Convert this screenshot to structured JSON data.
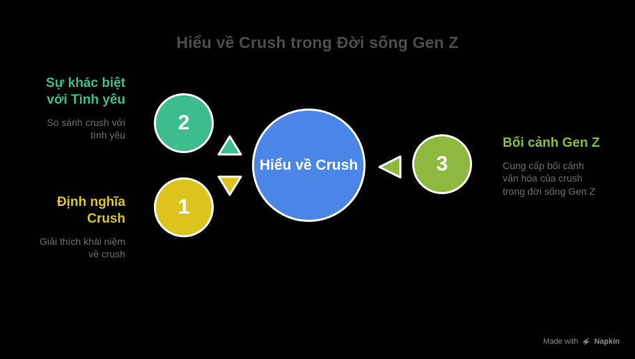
{
  "title": "Hiểu về Crush trong Đời sống Gen Z",
  "center_node": {
    "label": "Hiểu về Crush"
  },
  "nodes": [
    {
      "number": "1",
      "heading_line1": "Định nghĩa",
      "heading_line2": "Crush",
      "desc_line1": "Giải thích khái niệm",
      "desc_line2": "về crush"
    },
    {
      "number": "2",
      "heading_line1": "Sự khác biệt",
      "heading_line2": "với Tình yêu",
      "desc_line1": "So sánh crush với",
      "desc_line2": "tình yêu"
    },
    {
      "number": "3",
      "heading": "Bối cảnh Gen Z",
      "desc_line1": "Cung cấp bối cảnh",
      "desc_line2": "văn hóa của crush",
      "desc_line3": "trong đời sống Gen Z"
    }
  ],
  "footer": {
    "made_with": "Made with",
    "brand": "Napkin"
  },
  "colors": {
    "background": "#000000",
    "title_text": "#4d4d4d",
    "desc_text": "#6f6f6f",
    "circle_border": "#ffffff",
    "white_text": "#ffffff",
    "green": "#3dbd8d",
    "yellow": "#ddc31d",
    "lime": "#8dba3e",
    "blue": "#4a86e8",
    "footer_text": "#8a8a8a"
  }
}
